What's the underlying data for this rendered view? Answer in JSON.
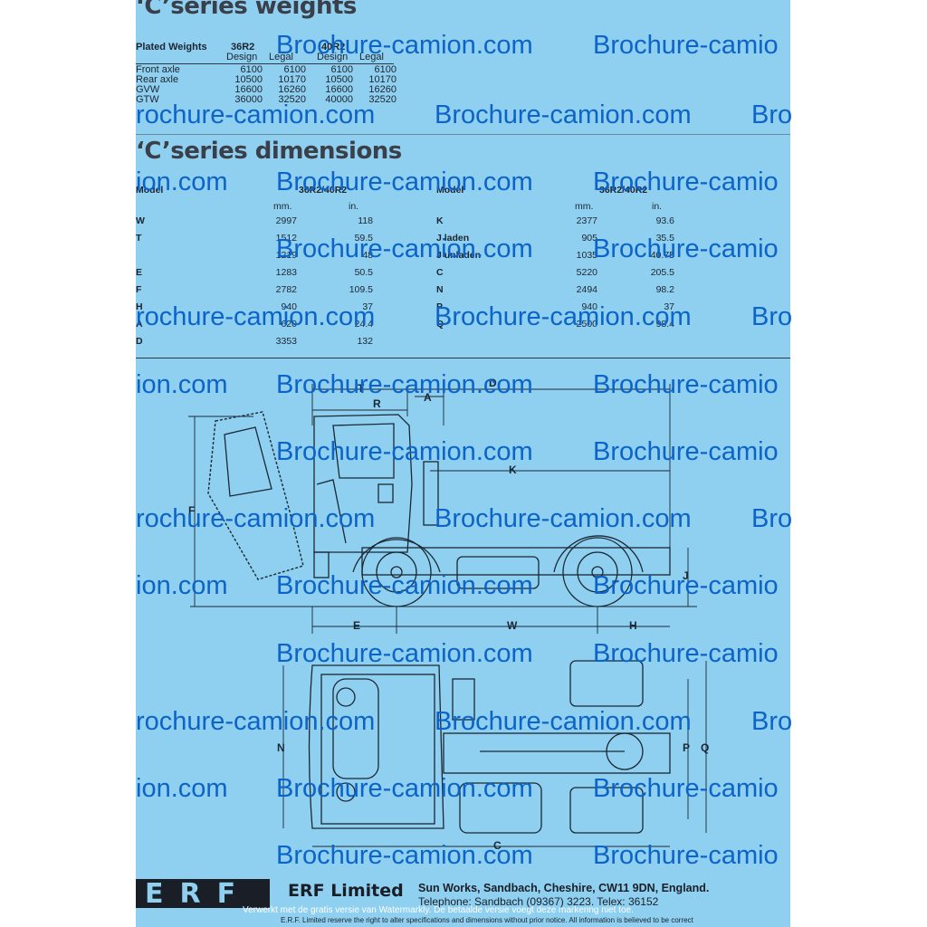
{
  "weights": {
    "title": "‘C’series weights",
    "col_plated": "Plated Weights",
    "col_model1": "36R2",
    "col_model2": "40R2",
    "col_design": "Design",
    "col_legal": "Legal",
    "rows": [
      {
        "label": "Front axle",
        "a_design": "6100",
        "a_legal": "6100",
        "b_design": "6100",
        "b_legal": "6100"
      },
      {
        "label": "Rear axle",
        "a_design": "10500",
        "a_legal": "10170",
        "b_design": "10500",
        "b_legal": "10170"
      },
      {
        "label": "GVW",
        "a_design": "16600",
        "a_legal": "16260",
        "b_design": "16600",
        "b_legal": "16260"
      },
      {
        "label": "GTW",
        "a_design": "36000",
        "a_legal": "32520",
        "b_design": "40000",
        "b_legal": "32520"
      }
    ]
  },
  "dimensions": {
    "title": "‘C’series dimensions",
    "col_model": "Model",
    "col_models": "36R2/40R2",
    "col_mm": "mm.",
    "col_in": "in.",
    "left_rows": [
      {
        "label": "W",
        "mm": "2997",
        "in": "118"
      },
      {
        "label": "T",
        "mm": "1512",
        "in": "59.5"
      },
      {
        "label": "",
        "mm": "1219",
        "in": "48"
      },
      {
        "label": "E",
        "mm": "1283",
        "in": "50.5"
      },
      {
        "label": "F",
        "mm": "2782",
        "in": "109.5"
      },
      {
        "label": "H",
        "mm": "940",
        "in": "37"
      },
      {
        "label": "A",
        "mm": "620",
        "in": "24.4"
      },
      {
        "label": "D",
        "mm": "3353",
        "in": "132"
      }
    ],
    "right_rows": [
      {
        "label": "K",
        "mm": "2377",
        "in": "93.6"
      },
      {
        "label": "J laden",
        "mm": "905",
        "in": "35.5"
      },
      {
        "label": "J unladen",
        "mm": "1035",
        "in": "40.75"
      },
      {
        "label": "C",
        "mm": "5220",
        "in": "205.5"
      },
      {
        "label": "N",
        "mm": "2494",
        "in": "98.2"
      },
      {
        "label": "P",
        "mm": "940",
        "in": "37"
      },
      {
        "label": "Q",
        "mm": "2500",
        "in": "98.4"
      }
    ]
  },
  "drawing_labels": {
    "D": "D",
    "T": "T",
    "A": "A",
    "R": "R",
    "K": "K",
    "F": "F",
    "J": "J",
    "E": "E",
    "W": "W",
    "H": "H",
    "N": "N",
    "P": "P",
    "Q": "Q",
    "C": "C"
  },
  "watermark": "Brochure-camion.com",
  "watermark_rows": [
    {
      "a": "Brochure-camion.com",
      "b": "Brochure-camio"
    },
    {
      "a": "rochure-camion.com",
      "b": "Brochure-camion.com",
      "c": "Bro"
    },
    {
      "a": "ion.com",
      "b": "Brochure-camion.com",
      "c": "Brochure-camio"
    }
  ],
  "footer": {
    "logo": "ERF",
    "company": "ERF Limited",
    "address": "Sun Works, Sandbach, Cheshire, CW11 9DN, England.",
    "telephone": "Telephone: Sandbach (09367) 3223. Telex: 36152",
    "notice": "Verwerkt met de gratis versie van Watermarkly. De betaalde versie voegt deze markering niet toe.",
    "fine_print": "E.R.F. Limited reserve the right to alter specifications and dimensions without prior notice. All information is believed to be correct"
  }
}
